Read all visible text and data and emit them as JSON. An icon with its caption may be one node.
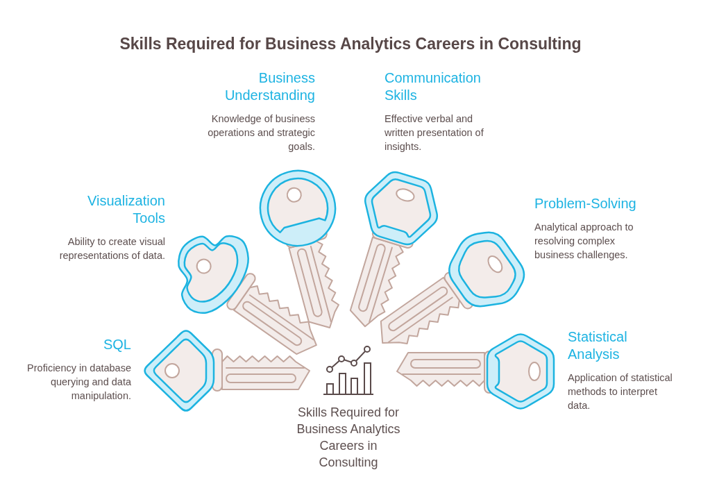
{
  "diagram": {
    "title": "Skills Required for Business Analytics Careers in Consulting",
    "nodes": [
      {
        "text": [
          "Business Understanding",
          "Knowledge of business operations and strategic goals."
        ]
      },
      {
        "text": [
          "Communication Skills",
          "Effective verbal and written presentation of insights."
        ]
      },
      {
        "text": [
          "Visualization Tools",
          "Ability to create visual representations of data."
        ]
      },
      {
        "text": [
          "Problem-Solving",
          "Analytical approach to resolving complex business challenges."
        ]
      },
      {
        "text": [
          "SQL",
          "Proficiency in database querying and data manipulation."
        ]
      },
      {
        "text": [
          "Statistical Analysis",
          "Application of statistical methods to interpret data."
        ]
      },
      {
        "text": [
          "Skills Required for Business Analytics Careers in Consulting"
        ]
      }
    ]
  }
}
